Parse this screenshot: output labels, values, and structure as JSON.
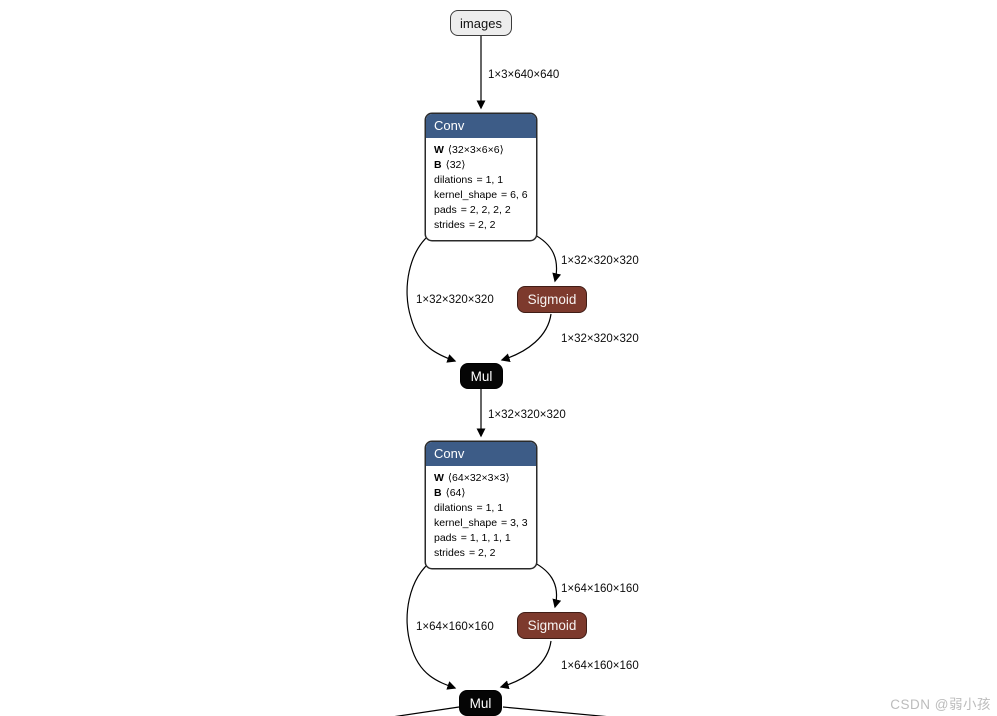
{
  "graph": {
    "input_node": {
      "label": "images"
    },
    "conv1": {
      "title": "Conv",
      "params": [
        {
          "key": "W",
          "val": "⟨32×3×6×6⟩"
        },
        {
          "key": "B",
          "val": "⟨32⟩"
        },
        {
          "key": "dilations",
          "val": "= 1, 1"
        },
        {
          "key": "kernel_shape",
          "val": "= 6, 6"
        },
        {
          "key": "pads",
          "val": "= 2, 2, 2, 2"
        },
        {
          "key": "strides",
          "val": "= 2, 2"
        }
      ]
    },
    "sigmoid1": {
      "label": "Sigmoid"
    },
    "mul1": {
      "label": "Mul"
    },
    "conv2": {
      "title": "Conv",
      "params": [
        {
          "key": "W",
          "val": "⟨64×32×3×3⟩"
        },
        {
          "key": "B",
          "val": "⟨64⟩"
        },
        {
          "key": "dilations",
          "val": "= 1, 1"
        },
        {
          "key": "kernel_shape",
          "val": "= 3, 3"
        },
        {
          "key": "pads",
          "val": "= 1, 1, 1, 1"
        },
        {
          "key": "strides",
          "val": "= 2, 2"
        }
      ]
    },
    "sigmoid2": {
      "label": "Sigmoid"
    },
    "mul2": {
      "label": "Mul"
    },
    "edge_labels": {
      "input_to_conv1": "1×3×640×640",
      "conv1_to_sigmoid1": "1×32×320×320",
      "conv1_to_mul1": "1×32×320×320",
      "sigmoid1_to_mul1": "1×32×320×320",
      "mul1_to_conv2": "1×32×320×320",
      "conv2_to_sigmoid2": "1×64×160×160",
      "conv2_to_mul2": "1×64×160×160",
      "sigmoid2_to_mul2": "1×64×160×160"
    }
  },
  "colors": {
    "conv_header": "#3d5c87",
    "sigmoid_bg": "#7d3a2d",
    "mul_bg": "#050505",
    "input_bg": "#ededed",
    "edge": "#000000",
    "watermark_text": "#bcbcbc"
  },
  "watermark": "CSDN @弱小孩"
}
